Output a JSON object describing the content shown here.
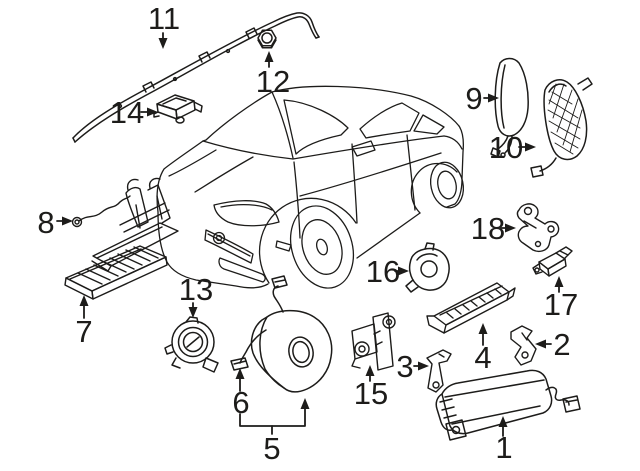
{
  "figure": {
    "type": "exploded-parts-diagram",
    "subject": "sedan air bag components",
    "background_color": "#ffffff",
    "ink_color": "#1d1c1a"
  },
  "callouts": [
    {
      "label": "1",
      "direction": "up"
    },
    {
      "label": "2",
      "direction": "left"
    },
    {
      "label": "3",
      "direction": "right"
    },
    {
      "label": "4",
      "direction": "up"
    },
    {
      "label": "5",
      "direction": "bracket-up"
    },
    {
      "label": "6",
      "direction": "up"
    },
    {
      "label": "7",
      "direction": "up"
    },
    {
      "label": "8",
      "direction": "right"
    },
    {
      "label": "9",
      "direction": "right"
    },
    {
      "label": "10",
      "direction": "right"
    },
    {
      "label": "11",
      "direction": "down"
    },
    {
      "label": "12",
      "direction": "up"
    },
    {
      "label": "13",
      "direction": "down"
    },
    {
      "label": "14",
      "direction": "right"
    },
    {
      "label": "15",
      "direction": "up"
    },
    {
      "label": "16",
      "direction": "right"
    },
    {
      "label": "17",
      "direction": "up"
    },
    {
      "label": "18",
      "direction": "right"
    }
  ]
}
